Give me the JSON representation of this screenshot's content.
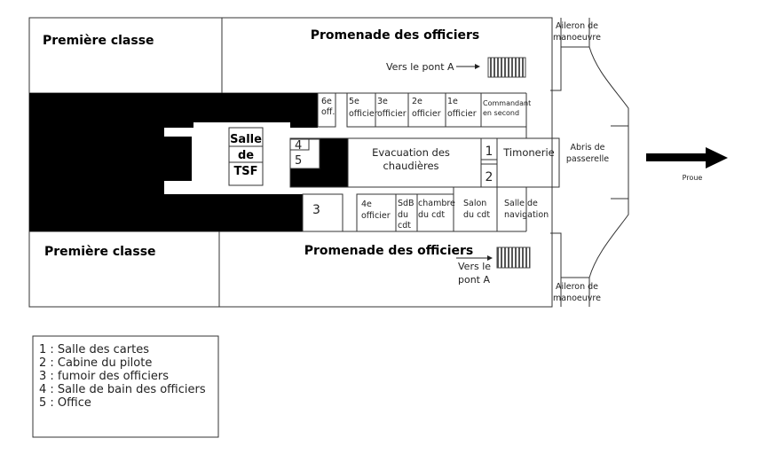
{
  "sections": {
    "first_class_top": "Première classe",
    "first_class_bottom": "Première classe",
    "promenade_top": "Promenade des officiers",
    "promenade_bottom": "Promenade des officiers",
    "to_deck_a_top": "Vers le pont A",
    "to_deck_a_bottom_1": "Vers le",
    "to_deck_a_bottom_2": "pont A"
  },
  "rooms_top": [
    {
      "l1": "6e",
      "l2": "off."
    },
    {
      "l1": "5e",
      "l2": "officier"
    },
    {
      "l1": "3e",
      "l2": "officier"
    },
    {
      "l1": "2e",
      "l2": "officier"
    },
    {
      "l1": "1e",
      "l2": "officier"
    },
    {
      "l1": "Commandant",
      "l2": "en second"
    }
  ],
  "rooms_middle": {
    "tsf": [
      "Salle",
      "de",
      "TSF"
    ],
    "n4": "4",
    "n5": "5",
    "evacuation": [
      "Evacuation des",
      "chaudières"
    ],
    "n1": "1",
    "n2": "2",
    "timonerie": "Timonerie",
    "abris": [
      "Abris de",
      "passerelle"
    ]
  },
  "rooms_bottom": {
    "n3": "3",
    "officer4": [
      "4e",
      "officier"
    ],
    "sdb": [
      "SdB",
      "du",
      "cdt"
    ],
    "chambre": [
      "chambre",
      "du cdt"
    ],
    "salon": [
      "Salon",
      "du cdt"
    ],
    "navigation": [
      "Salle de",
      "navigation"
    ]
  },
  "wings": {
    "top": [
      "Aileron de",
      "manoeuvre"
    ],
    "bottom": [
      "Aileron de",
      "manoeuvre"
    ]
  },
  "bow_label": "Proue",
  "legend": [
    "1 : Salle des cartes",
    "2 : Cabine du pilote",
    "3 : fumoir des officiers",
    "4 : Salle de bain des officiers",
    "5 : Office"
  ]
}
